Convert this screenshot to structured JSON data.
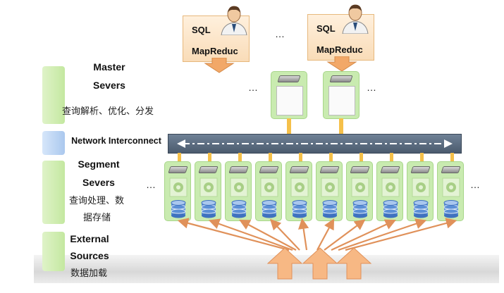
{
  "clients": [
    {
      "query": "SQL",
      "engine": "MapReduc"
    },
    {
      "query": "SQL",
      "engine": "MapReduc"
    }
  ],
  "legend": {
    "master": {
      "title_line1": "Master",
      "title_line2": "Severs",
      "desc": "查询解析、优化、分发"
    },
    "network": {
      "title": "Network Interconnect"
    },
    "segment": {
      "title_line1": "Segment",
      "title_line2": "Severs",
      "desc_line1": "查询处理、数",
      "desc_line2": "据存储"
    },
    "external": {
      "title_line1": "External",
      "title_line2": "Sources",
      "desc": "数据加载"
    }
  },
  "ellipsis": "…",
  "colors": {
    "client_fill": "#f9dcb8",
    "node_fill": "#c9ebb0",
    "network_bar": "#5a6a7e",
    "arrow_orange": "#f2a868",
    "legend_green": "#c4e8a0",
    "legend_blue": "#aac8ee"
  },
  "icons": [
    "user-icon",
    "server-icon",
    "query-plan-icon",
    "database-icon",
    "gear-icon"
  ],
  "segment_count": 10,
  "master_count": 2
}
